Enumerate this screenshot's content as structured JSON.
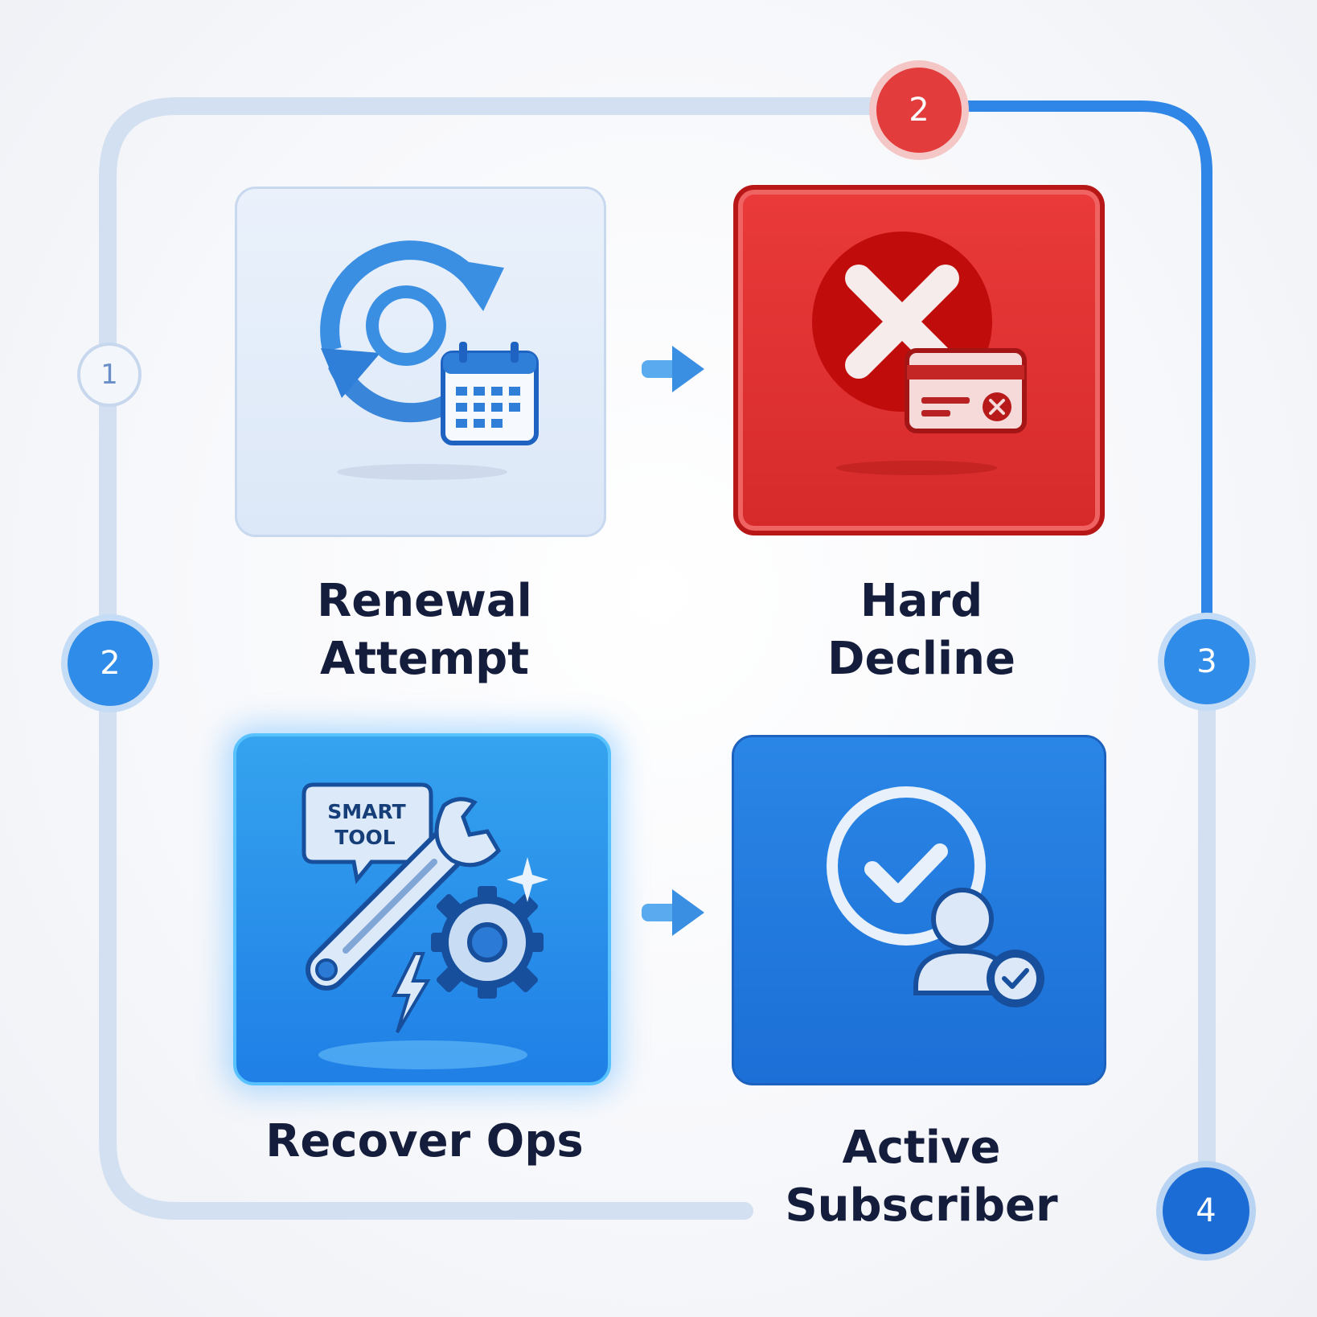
{
  "steps": {
    "renewal_attempt": {
      "label": "Renewal\nAttempt",
      "icon": "recurring-calendar-icon"
    },
    "hard_decline": {
      "label": "Hard\nDecline",
      "icon": "declined-card-icon"
    },
    "recover_ops": {
      "label": "Recover Ops",
      "icon": "smart-tool-wrench-gear-icon",
      "tool_caption": [
        "SMART",
        "TOOL"
      ]
    },
    "active_subscriber": {
      "label": "Active\nSubscriber",
      "icon": "check-subscriber-icon"
    }
  },
  "badges": {
    "left_1": "1",
    "left_2": "2",
    "top_2": "2",
    "right_3": "3",
    "right_4": "4"
  },
  "colors": {
    "accent_blue": "#2f8ce8",
    "decline_red": "#e23c3c",
    "track_light": "#d3e0f1",
    "label_navy": "#141d3b"
  }
}
